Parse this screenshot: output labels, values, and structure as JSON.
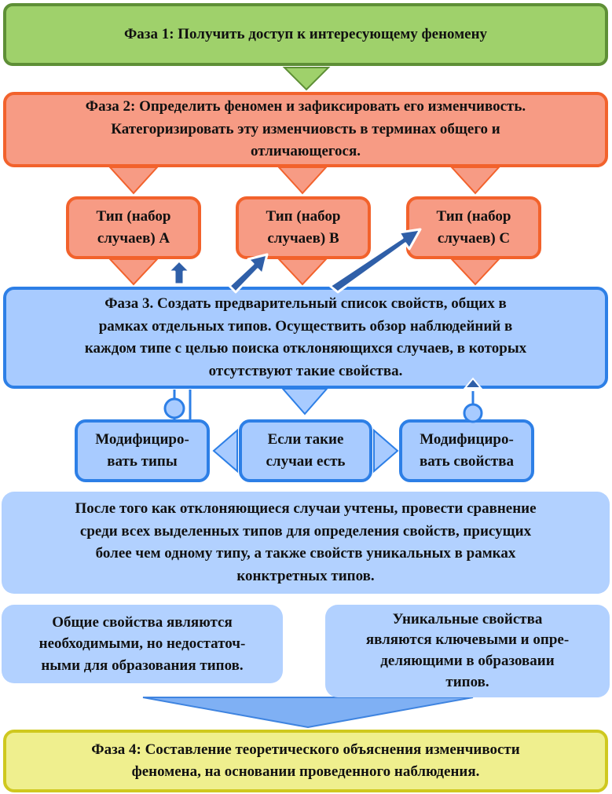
{
  "phase1": {
    "text": "Фаза 1: Получить доступ к интересующему феномену"
  },
  "phase2": {
    "lines": [
      "Фаза 2: Определить феномен и зафиксировать его изменчивость.",
      "Категоризировать эту изменчиовсть в терминах общего и",
      "отличающегося."
    ]
  },
  "types": [
    {
      "line1": "Тип (набор",
      "line2": "случаев) A"
    },
    {
      "line1": "Тип (набор",
      "line2": "случаев) B"
    },
    {
      "line1": "Тип (набор",
      "line2": "случаев) C"
    }
  ],
  "phase3": {
    "lines": [
      "Фаза 3. Создать предварительный список свойств, общих в",
      "рамках отдельных типов. Осуществить обзор наблюдейний в",
      "каждом типе с целью поиска отклоняющихся случаев, в которых",
      "отсутствуют такие свойства."
    ]
  },
  "modify_types": {
    "line1": "Модифициро-",
    "line2": "вать типы"
  },
  "if_cases": {
    "line1": "Если такие",
    "line2": "случаи есть"
  },
  "modify_props": {
    "line1": "Модифициро-",
    "line2": "вать свойства"
  },
  "comparison": {
    "lines": [
      "После того как отклоняющиеся случаи учтены, провести сравнение",
      "среди всех выделенных типов для определения свойств, присущих",
      "более чем одному типу, а также свойств уникальных в рамках",
      "конктретных типов."
    ]
  },
  "common_props": {
    "lines": [
      "Общие свойства являются",
      "необходимыми, но недостаточ-",
      "ными для образования типов."
    ]
  },
  "unique_props": {
    "lines": [
      "Уникальные свойства",
      "являются ключевыми и опре-",
      "деляющими в образоваии",
      "типов."
    ]
  },
  "phase4": {
    "lines": [
      "Фаза 4: Составление теоретического объяснения изменчивости",
      "феномена, на основании проведенного наблюдения."
    ]
  },
  "colors": {
    "green_fill": "#9fd16b",
    "green_border": "#5e8f36",
    "salmon_fill": "#f79b84",
    "salmon_border": "#f2622c",
    "blue_fill": "#a8cbff",
    "blue_border": "#2d7fe6",
    "yellow_fill": "#efef8e",
    "yellow_border": "#cfc81f",
    "arrow_fill": "#2f5fa8"
  }
}
